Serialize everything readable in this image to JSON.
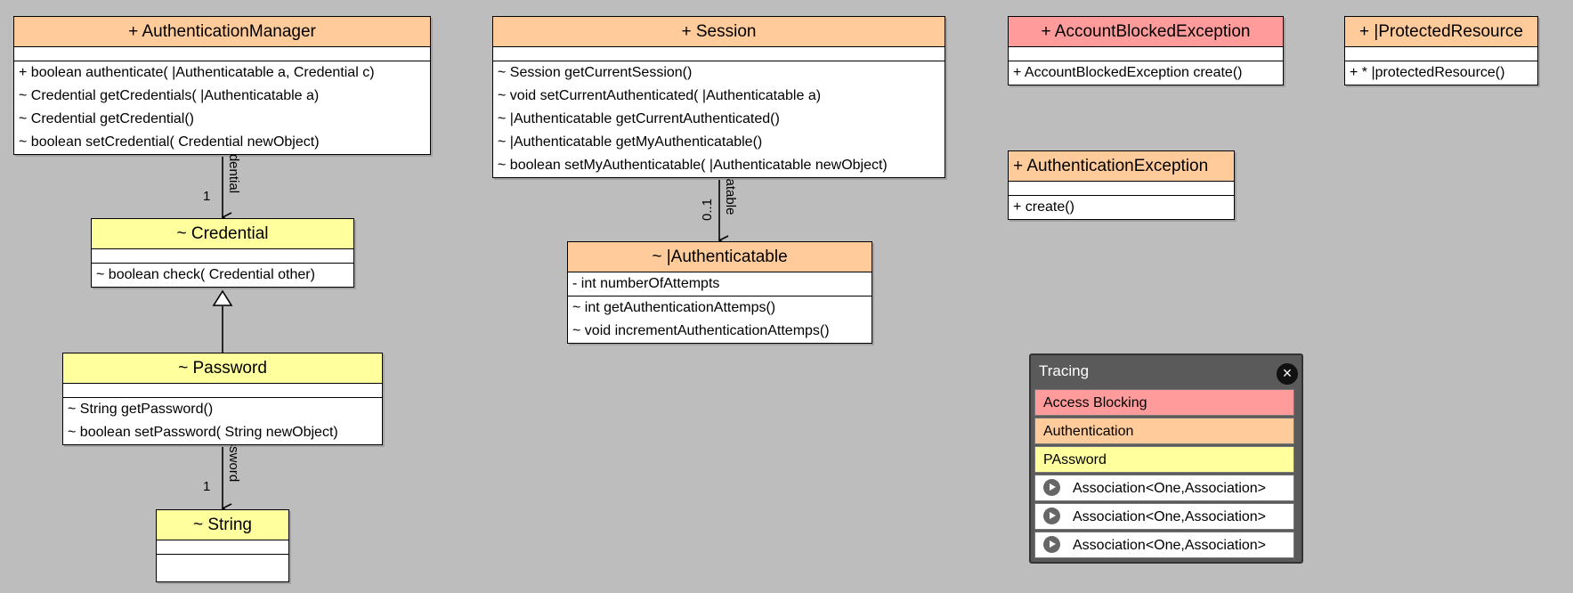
{
  "classes": {
    "auth_manager": {
      "title": "+   AuthenticationManager",
      "methods": [
        "+ boolean authenticate( |Authenticatable a, Credential c)",
        "~ Credential getCredentials( |Authenticatable a)",
        "~ Credential getCredential()",
        "~ boolean setCredential( Credential newObject)"
      ]
    },
    "session": {
      "title": "+   Session",
      "methods": [
        "~ Session getCurrentSession()",
        "~ void setCurrentAuthenticated( |Authenticatable a)",
        "~ |Authenticatable getCurrentAuthenticated()",
        "~ |Authenticatable getMyAuthenticatable()",
        "~ boolean setMyAuthenticatable( |Authenticatable newObject)"
      ]
    },
    "account_blocked": {
      "title": "+   AccountBlockedException",
      "methods": [
        "+ AccountBlockedException create()"
      ]
    },
    "protected_resource": {
      "title": "+   |ProtectedResource",
      "methods": [
        "+ * |protectedResource()"
      ]
    },
    "auth_exception": {
      "title": "+   AuthenticationException",
      "methods": [
        "+ create()"
      ]
    },
    "credential": {
      "title": "~   Credential",
      "methods": [
        "~ boolean check( Credential other)"
      ]
    },
    "authenticatable": {
      "title": "~   |Authenticatable",
      "attributes": [
        "- int numberOfAttempts"
      ],
      "methods": [
        "~ int getAuthenticationAttemps()",
        "~ void incrementAuthenticationAttemps()"
      ]
    },
    "password": {
      "title": "~   Password",
      "methods": [
        "~ String getPassword()",
        "~ boolean setPassword( String newObject)"
      ]
    },
    "string": {
      "title": "~   String"
    }
  },
  "edges": {
    "credential_role": "credential",
    "credential_mult": "1",
    "auth_role": "myAuthenticatable",
    "auth_mult": "0..1",
    "password_role": "password",
    "password_mult": "1"
  },
  "tracing": {
    "title": "Tracing",
    "items": [
      "Access Blocking",
      "Authentication",
      "PAssword",
      "Association<One,Association>",
      "Association<One,Association>",
      "Association<One,Association>"
    ],
    "colors": [
      "#ff9b9b",
      "#ffcb9a",
      "#ffff9e"
    ]
  }
}
